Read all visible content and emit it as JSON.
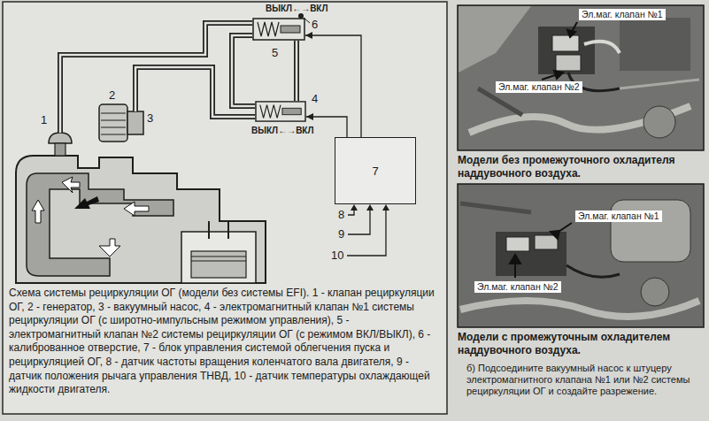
{
  "diagram": {
    "caption": "Схема системы рециркуляции ОГ (модели без системы EFI). 1 - клапан рециркуляции ОГ, 2 - генератор, 3 - вакуумный насос, 4 - электромагнитный клапан №1 системы рециркуляции ОГ (с широтно-импульсным режимом управления), 5 - электромагнитный клапан №2 системы рециркуляции ОГ (с режимом ВКЛ/ВЫКЛ), 6 - калиброванное отверстие, 7 - блок управления системой облегчения пуска и рециркуляцией ОГ, 8 - датчик частоты вращения коленчатого вала двигателя, 9 - датчик положения рычага управления ТНВД, 10 - датчик температуры охлаждающей жидкости двигателя.",
    "nodes": [
      {
        "text": [
          "5"
        ]
      },
      {
        "text": [
          "4"
        ]
      },
      {
        "text": [
          "7"
        ]
      }
    ],
    "edges": [
      {
        "from": 2,
        "to": 1,
        "arrow": "to"
      },
      {
        "from": 2,
        "to": 0,
        "arrow": "to"
      }
    ],
    "labels": [
      "ВЫКЛ←→ВКЛ",
      "6",
      "ВЫКЛ←→ВКЛ",
      "1",
      "2",
      "3",
      "8",
      "9",
      "10",
      "Эл.маг. клапан №1",
      "Эл.маг. клапан №2",
      "Модели без промежуточного охладителя наддувочного воздуха.",
      "Эл.маг. клапан №1",
      "Эл.маг. клапан №2",
      "Модели с промежуточным охладителем наддувочного воздуха.",
      "б) Подсоедините вакуумный насос к штуцеру электромагнитного клапана №1 или №2 системы рециркуляции ОГ и создайте разрежение."
    ]
  }
}
